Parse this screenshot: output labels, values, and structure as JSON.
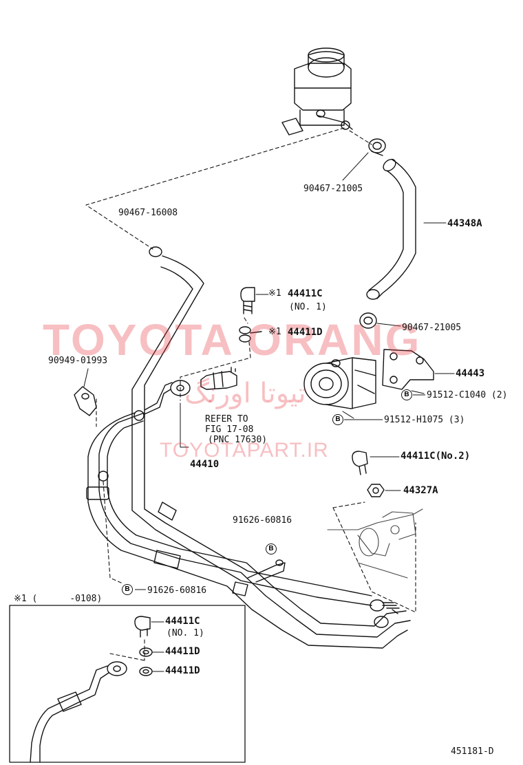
{
  "diagram": {
    "part_labels": {
      "clamp_reservoir": "90467-21005",
      "clamp_return": "90467-16008",
      "hose_suction": "44348A",
      "union_bolt": "44411C",
      "union_bolt_note": "(NO. 1)",
      "gasket": "44411D",
      "clamp_pump": "90467-21005",
      "clip": "90949-01993",
      "bracket": "44443",
      "bolt_bracket": "91512-C1040 (2)",
      "bolt_pump": "91512-H1075 (3)",
      "refer_line1": "REFER TO",
      "refer_line2": "FIG 17-08",
      "refer_line3": "(PNC 17630)",
      "pressure_tube": "44410",
      "union_bolt_no2": "44411C(No.2)",
      "nut": "44327A",
      "bolt_clamp_a": "91626-60816",
      "bolt_clamp_b": "91626-60816",
      "marker_1": "※1",
      "b_marker": "B"
    },
    "inset": {
      "header": "※1 (      -0108)",
      "union_bolt": "44411C",
      "union_bolt_note": "(NO. 1)",
      "gasket_a": "44411D",
      "gasket_b": "44411D"
    },
    "figure_id": "451181-D"
  },
  "watermark": {
    "brand": "TOYOTA ORANG",
    "persian": "تیوتا اورنگ",
    "site": "TOYOTAPART.IR",
    "color": "#e63c46"
  }
}
